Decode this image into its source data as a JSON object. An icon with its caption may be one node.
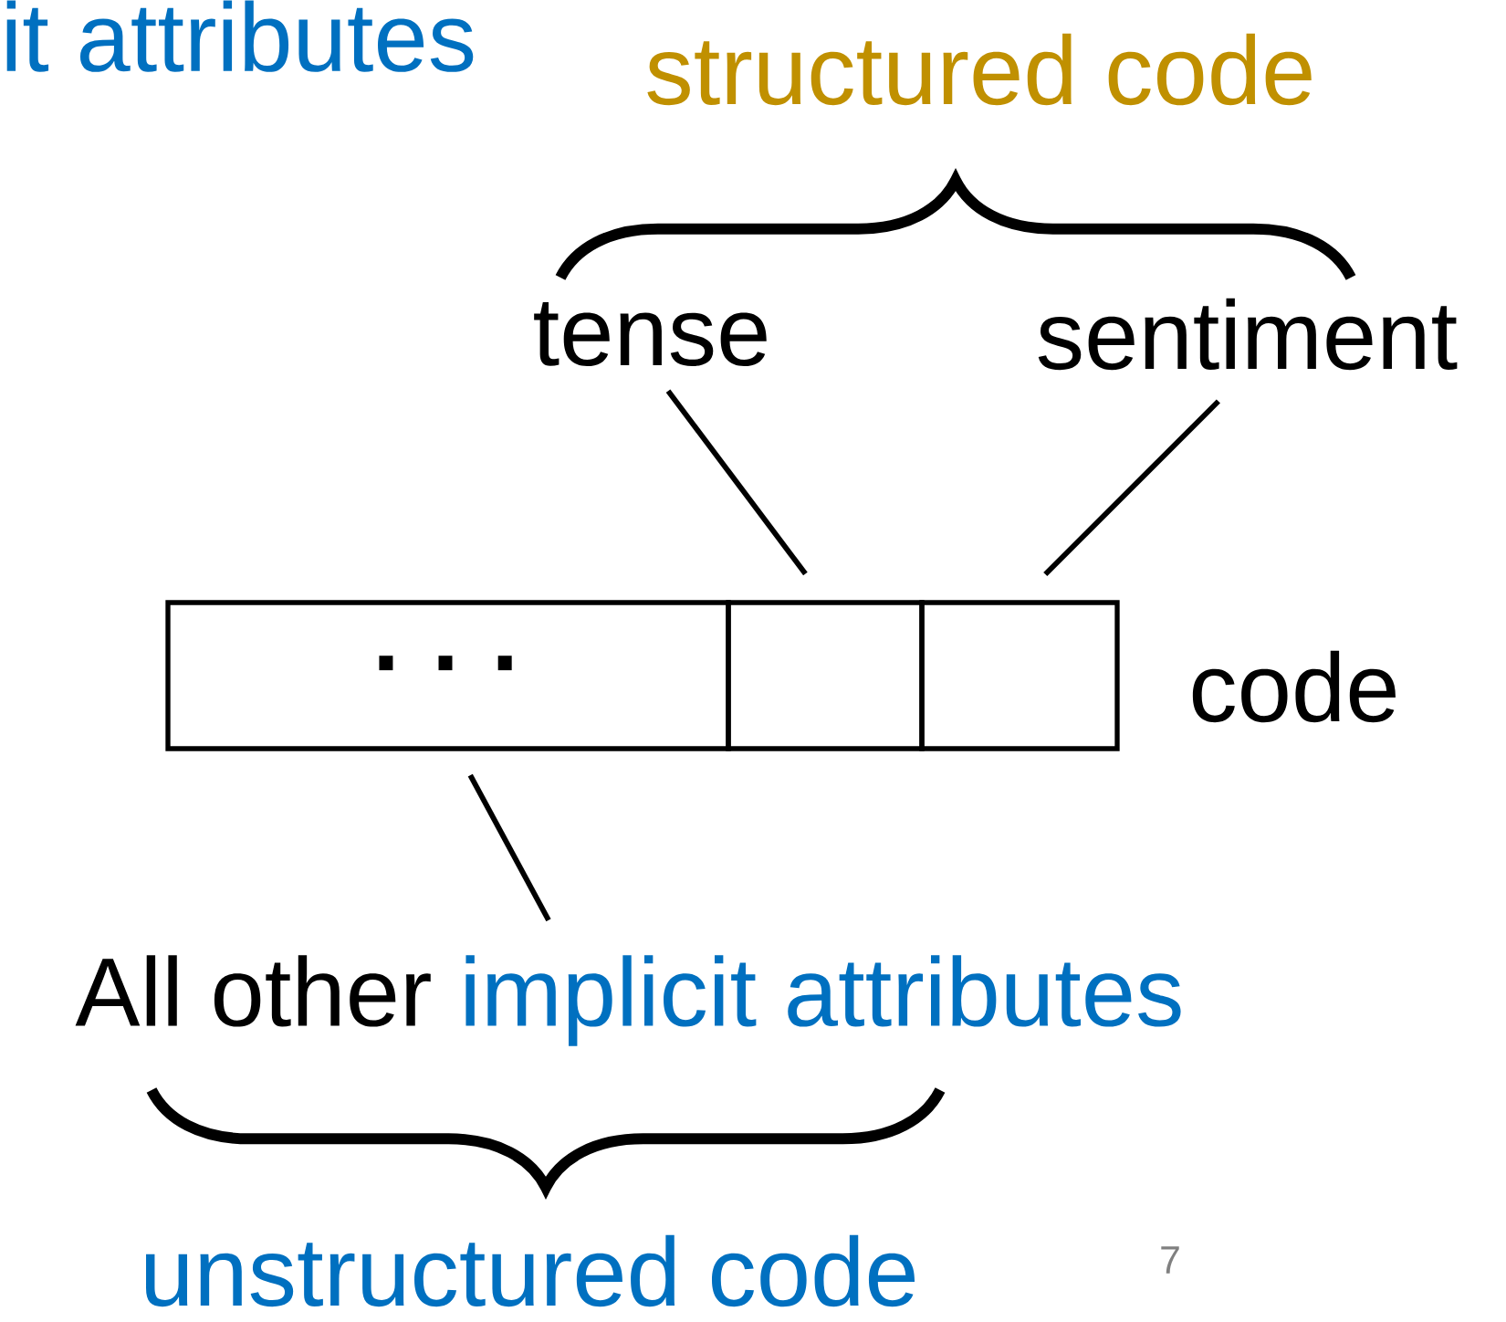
{
  "diagram": {
    "nodes": [
      {
        "text": [
          "· · ·"
        ]
      },
      {
        "text": [],
        "shape": "box"
      },
      {
        "text": [],
        "shape": "box"
      },
      {
        "text": [
          "tense"
        ]
      },
      {
        "text": [
          "sentiment"
        ]
      },
      {
        "text": [
          "All other",
          "implicit attributes"
        ]
      }
    ],
    "edges": [
      {
        "from": 3,
        "to": 1,
        "arrow": "none"
      },
      {
        "from": 4,
        "to": 2,
        "arrow": "none"
      },
      {
        "from": 5,
        "to": 0,
        "arrow": "none"
      }
    ],
    "labels": [
      "it attributes",
      "structured code",
      "code",
      "unstructured code",
      "7"
    ]
  }
}
